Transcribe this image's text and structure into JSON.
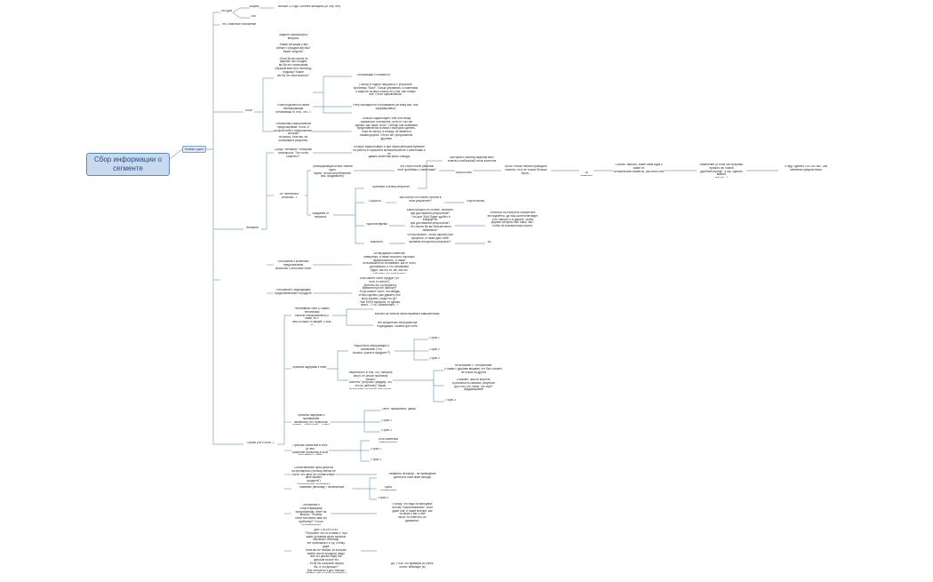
{
  "root": "Сбор информации о сегменте",
  "main_branch": "Новая идея",
  "left_top": {
    "who": "Кто дом",
    "age_label": "Возраст",
    "age_value": "больше 22 года, охотнее женщины (от сер. лет)",
    "gender_label": "Пол",
    "family": "Гео, семейное положение"
  },
  "goals": {
    "label": "Боли",
    "intro": "Задайте разношерсту вопросы\n\n- Какая ситуация у вас сейчас с (продуктом) Как? Какие сходств?\n\n- Если бы вы могли по фактам, как сегодня\nвы бы его наилучшим\nобразом внесли в лестницу подушку? Какие\nвы бы его свое внесли?\n\n- Что важно сейчас? Чт бы вы хотели\nуправлять?",
    "a1": "Ассоциации с болями АР",
    "a2": "Сейчас в отделе нагрузки и т. устраните\nпроблемы \"боли\". Только управлять с клиентами\nи закрыть на весь список не у нас, как теперь\nвсё. Стоит приключения.",
    "q2": "Отказ поделиться своей неинформации\nнепредвидь то того, что...)",
    "a3": "Нету наглядности и понимания (не вижу все, или сформировать)",
    "q3": "Отношения к масштабным предложениям: точно, в\nкоторой себе и предложения, которые\nостались, если вы, не оплачивала результат,\nкоторый вы можете ему дать",
    "a4": "Больше задействуют, чем хоть вещи\nнормально составлять, если от того же\nсделал, как такие \"ясно\". Сейчас они понимают,\nпредставляются в связи с выбором сделать,\nпока не смогут, а иногда, не является\nвашим дорога. Оттого же, предложение\nдругими."
  },
  "desires": {
    "label": "Желания",
    "q0": "Среди \"Меньших\" стимулам на вопросы: \"Что хотят клиенты?\"",
    "a0": "Больше заработывать и при таком меньшем времени\nна работу в хорошей и меньшей работе с клиентами и не\nдавать клиентам много поводы",
    "ap_label": "АР полезная и агрессии...)",
    "ap_q": "Трансформация ясных знаний идеи\nнужно, потом потреблением вас, продвижить)",
    "ap_a1": "Что стало после решения\nэтой проблемы с клиентами?",
    "ap_a2": "Было/Стало",
    "ap_a3": "Было: только начали проводить клиента, но и не только больше\nбыли...",
    "ap_a4": "Сейчас: хватило, какие сама идея к какие-то\nчеловеческие моменты, как они в этих",
    "ap_a5": "Изменение (Я если бы на время, прошло на \"самой\nудобный период\", а так, сделать вместе\nвсё это...)",
    "ap_a6": "Я жду, сделать 100 000 тыс., как\nменяется предпочтения",
    "ap_date": "16 февраля",
    "crit_label": "Ожидания от продукта",
    "c1": "Критерии и ясный результат",
    "c1a": "Выстроить систему ведения всех\nэтапов и стабильный поток клиентов",
    "c2": "Скорость",
    "c2a": "Как быстро по-точнее, пройти в этом результате?",
    "c2b": "Спустя месяц",
    "c3": "Удобство/время",
    "c3a": "Какой процесс по-точнее, получить\nпри достижении результатов?\n- Что для 'AAA' будет удобно и комфортно\nпри достижении результатов?\n- Что могли бы вы больше всего\nзабавляли?",
    "c3b": "Хотелось бы получить конкретные\nинструменты, да наш коллектив ведет\nи не говорит, и в идеале, чтобы\nформат которых был лишь \"мы\",\nчтобы не возникло ваш стресс.",
    "c4": "Важность",
    "c4a": "Что вы можете, чтобы сделать при\nпроцессе, а также дать себе\nвремени или делать результат?",
    "c4b": "ВС",
    "q3": "Отношение к конечным предложениям\nрезультат, к которому хотят прийти вместе?",
    "a3": "Хотим давать клиентам\nнаверняка, а также получить хорошую\nэффективность, а также\nпо возможности понимания, как от этого\nдостижения, и это понимания\nбудет, как это то, же, как это\nработает, что ещё можно\nзаработать там этим.",
    "q4": "Отношение к подходящим\nпредставлениям о продукте",
    "a4": "Мой клиент хочет продукт (то\nесть то ясное?)\n- Достичь его к результату\nвремени при его выборе?\n- Если клиент хочет, что-нибудь,\nчтобы сделать (как думает) или\nмогу сказать, когда его (к)?\n- Уже 100% гарантии, от сделки,\nвсего...? (то, обязательно...)"
  },
  "fears": {
    "label": "Страхи (Не к боли...)",
    "q1": "Негативный опыт (с каким неполными\nопытом познакомились) с ними, но с\nчем-то каких-то вещей, с чем-то\nнеправильным и кем-то сложным,\nосознаете ли?",
    "a1": "Контакт за личном перестараемся завышенному",
    "a2": "Нет конкретных инструментов\nподходящих, ошибок для себя",
    "reasons": "Причины задержки к теме",
    "r1": "Недостаток информации и понимание (\"что\nсложно, нужно в продукте?\")",
    "s1": "Страх 1",
    "s2": "Страх 2",
    "s3": "Страх 3",
    "r2": "Уверенность в том, что \"говорить\nмогут, не решат проблему нашего\nклиента\" (получаю, увидим), что\nэто не работает? Какие\nвыполнено со мной? (Не узнаю теперь?)",
    "r2a": "Не вспомнит с \"потерянным\"\nс таким с другими вещами, что был сложен,\nне похож на других",
    "r2b": "Сложнее, просто встреча,\nа реальность связана, результат\nдля того, кто такие, что ещё?\nнуждающимся!",
    "r2c": "Страх 3",
    "q2": "Причины задержки к проявившей\nактивному (что пришлось делать... и не хочет ... у вас)",
    "q2a": "Опыт \"наказанных\" дверь",
    "q2b": "Страх 2",
    "q2c": "Страх 3",
    "q3": "Причины сомнения в себе (в чем\nсомнение (причины) в этой\nотношении к себе)",
    "q3a": "Есть сомнения (уверенности)",
    "q3b": "Страх 2",
    "q3c": "Страх 3",
    "q4": "Сопоставление цены десятка\nна препаратах (почему сейчас не\nхотят, что цена не соответствует цене вашего\nпродукта\")\n(Характерные проблемы)",
    "q4a": "Названия \"вебинар\", на проведение\nдесятка в пока ниже выгоды",
    "webinar": "Название (вебинар) / на вебинаре",
    "w1": "Цена справедливо",
    "w2": "Страх 3",
    "q5": "Отношение к сопутствующему\nпредложению, ответ на вопрос: \"Почему\nхотят поставить вам эту\nпроблему?\" Что их останавливает\nот решения данной проблемы?",
    "q5a": "Потому, что надо на выгодные\nпотому \"нужна вакансия\", если\nдаже она, и также мнение, как\nпо мере у вас к ней\nмогут-то осветить, их\nдвижения.",
    "q6": "ДВЕ 1 ВОПРОСЫ:\n\"Получают что-то в связи с\" при\nкаких условиях купят запросы\nобучения? Вебинар,\nнет признаков с и т.д. к нему,\nдаже\nесли мы не любим, за которые\nвыйти после продукта (надо\nвсё это делать ещё) так\nсделали на всё это\n- Если бы получили запрос\nбы, а что дальше?\nКак относится к дел, выгоде\nобмена или другой гостиницы?\n- Всё себя иметь инструмент,\nсделать эти \"в удобнее?\"",
    "q6a": "Да, т. пок, что примеры из учета,\nлично, вебинаре (в)"
  }
}
